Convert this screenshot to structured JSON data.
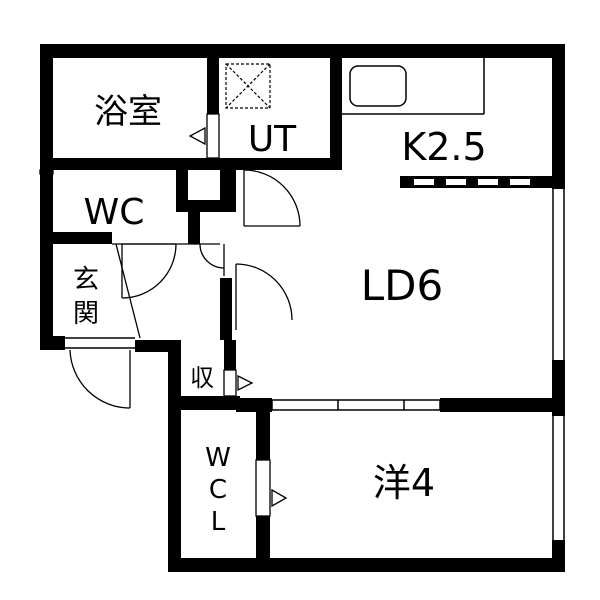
{
  "rooms": {
    "bath": "浴室",
    "utility": "UT",
    "kitchen": "K2.5",
    "toilet": "WC",
    "entrance_line1": "玄",
    "entrance_line2": "関",
    "living_dining": "LD6",
    "storage": "収",
    "wcl_line1": "W",
    "wcl_line2": "C",
    "wcl_line3": "L",
    "western": "洋4"
  },
  "colors": {
    "wall": "#000000",
    "background": "#ffffff",
    "line": "#000000"
  }
}
